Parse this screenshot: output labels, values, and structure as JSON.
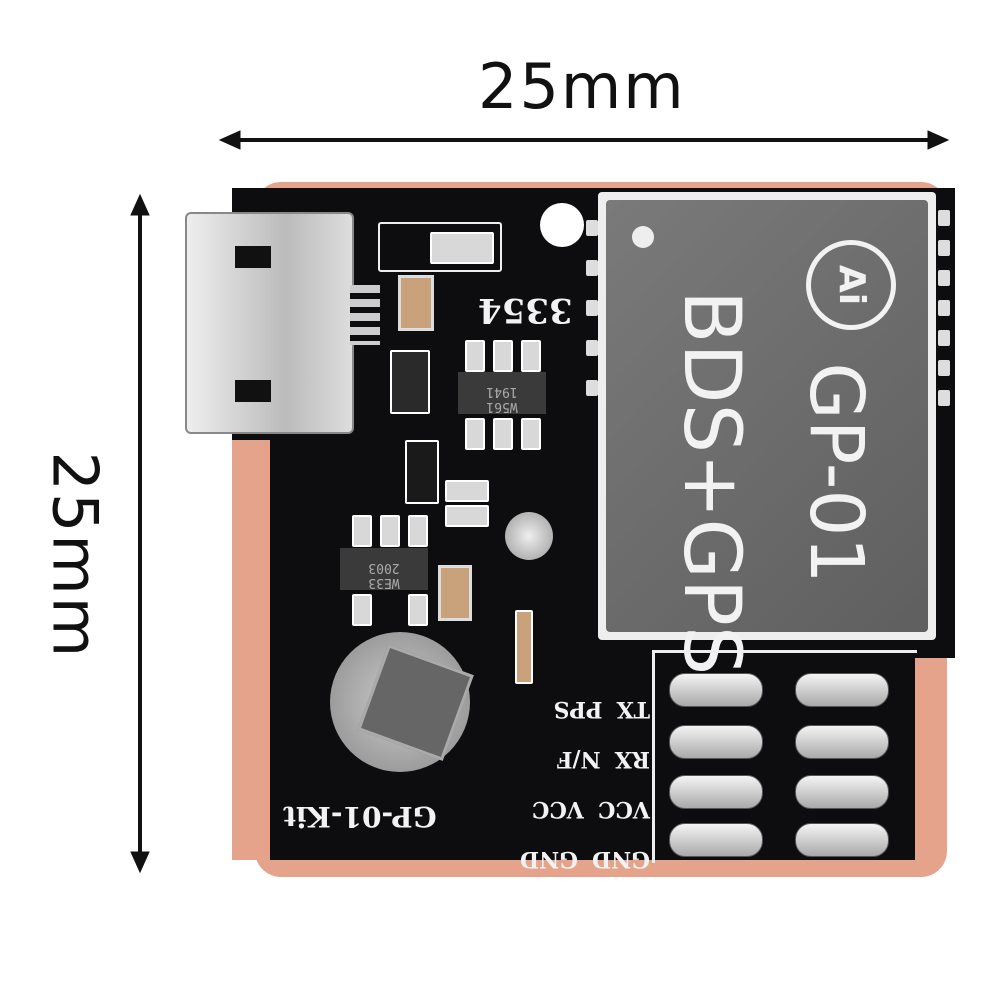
{
  "dimensions": {
    "width_label": "25mm",
    "height_label": "25mm"
  },
  "module": {
    "brand_logo": "Ai",
    "line1": "BDS+GPS",
    "line2": "GP-01"
  },
  "board": {
    "name": "GP-01-Kit",
    "silkscreen_code": "3354",
    "chip1_marking": [
      "W561",
      "1941"
    ],
    "chip2_marking": [
      "WE33",
      "2003"
    ],
    "pin_labels": [
      {
        "left": "PPS",
        "right": "TX"
      },
      {
        "left": "N/F",
        "right": "RX"
      },
      {
        "left": "VCC",
        "right": "VCC"
      },
      {
        "left": "GND",
        "right": "GND"
      }
    ]
  },
  "colors": {
    "pcb": "#0d0d0f",
    "antenna_copper": "#e5a38c",
    "shield": "#6f6f6f"
  }
}
